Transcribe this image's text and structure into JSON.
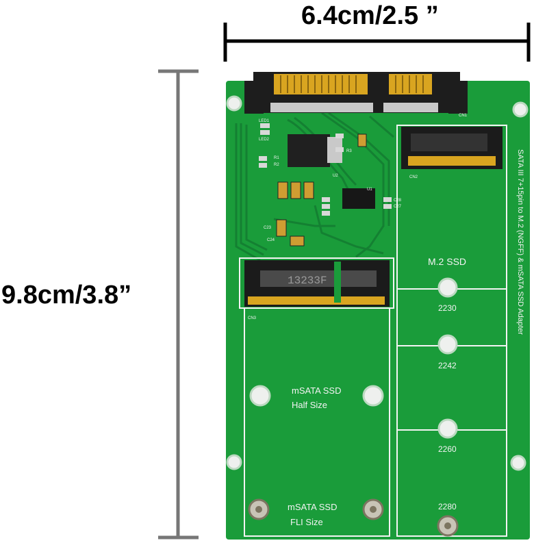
{
  "dimensions": {
    "width_label": "6.4cm/2.5 ”",
    "height_label": "9.8cm/3.8”"
  },
  "board": {
    "side_text": "SATA III 7+15pin to M.2 (NGFF) & mSATA SSD Adapter",
    "m2_label": "M.2 SSD",
    "m2_sizes": [
      "2230",
      "2242",
      "2260",
      "2280"
    ],
    "msata_half_line1": "mSATA  SSD",
    "msata_half_line2": "Half  Size",
    "msata_full_line1": "mSATA  SSD",
    "msata_full_line2": "FLI  Size",
    "chip_marking": "13233F",
    "ref_labels": [
      "CN1",
      "CN2",
      "CN3",
      "U1",
      "U2",
      "C27",
      "C28",
      "C23",
      "C24",
      "R1",
      "R2",
      "R3",
      "LED1",
      "LED2"
    ]
  },
  "colors": {
    "pcb": "#1a9c3a",
    "pcb_dark": "#148032",
    "gold": "#d9a520",
    "connector": "#222222",
    "silkscreen": "#f4f4f4",
    "dimension_line": "#000000",
    "measure_bar": "#777777"
  }
}
